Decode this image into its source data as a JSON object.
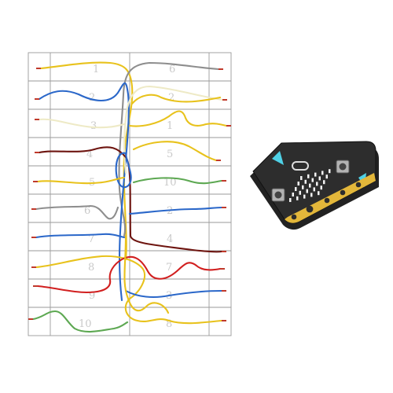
{
  "board_labels": {
    "left": [
      "1",
      "2",
      "3",
      "4",
      "5",
      "6",
      "7",
      "8",
      "9",
      "10"
    ],
    "right": [
      "6",
      "2",
      "1",
      "5",
      "10",
      "2",
      "4",
      "7",
      "3",
      "8"
    ]
  },
  "wire_colors": {
    "yellow": "#e8c21c",
    "blue": "#2a67c9",
    "cream": "#eeeac6",
    "maroon": "#6e1510",
    "gray": "#8e8e8e",
    "red": "#d11f1f",
    "green": "#5da852",
    "tip": "#c0392b"
  },
  "device": {
    "name": "micro:bit",
    "icons": [
      "button-a-icon",
      "button-b-icon",
      "led-matrix-icon",
      "logo-icon",
      "edge-connector-icon"
    ]
  }
}
